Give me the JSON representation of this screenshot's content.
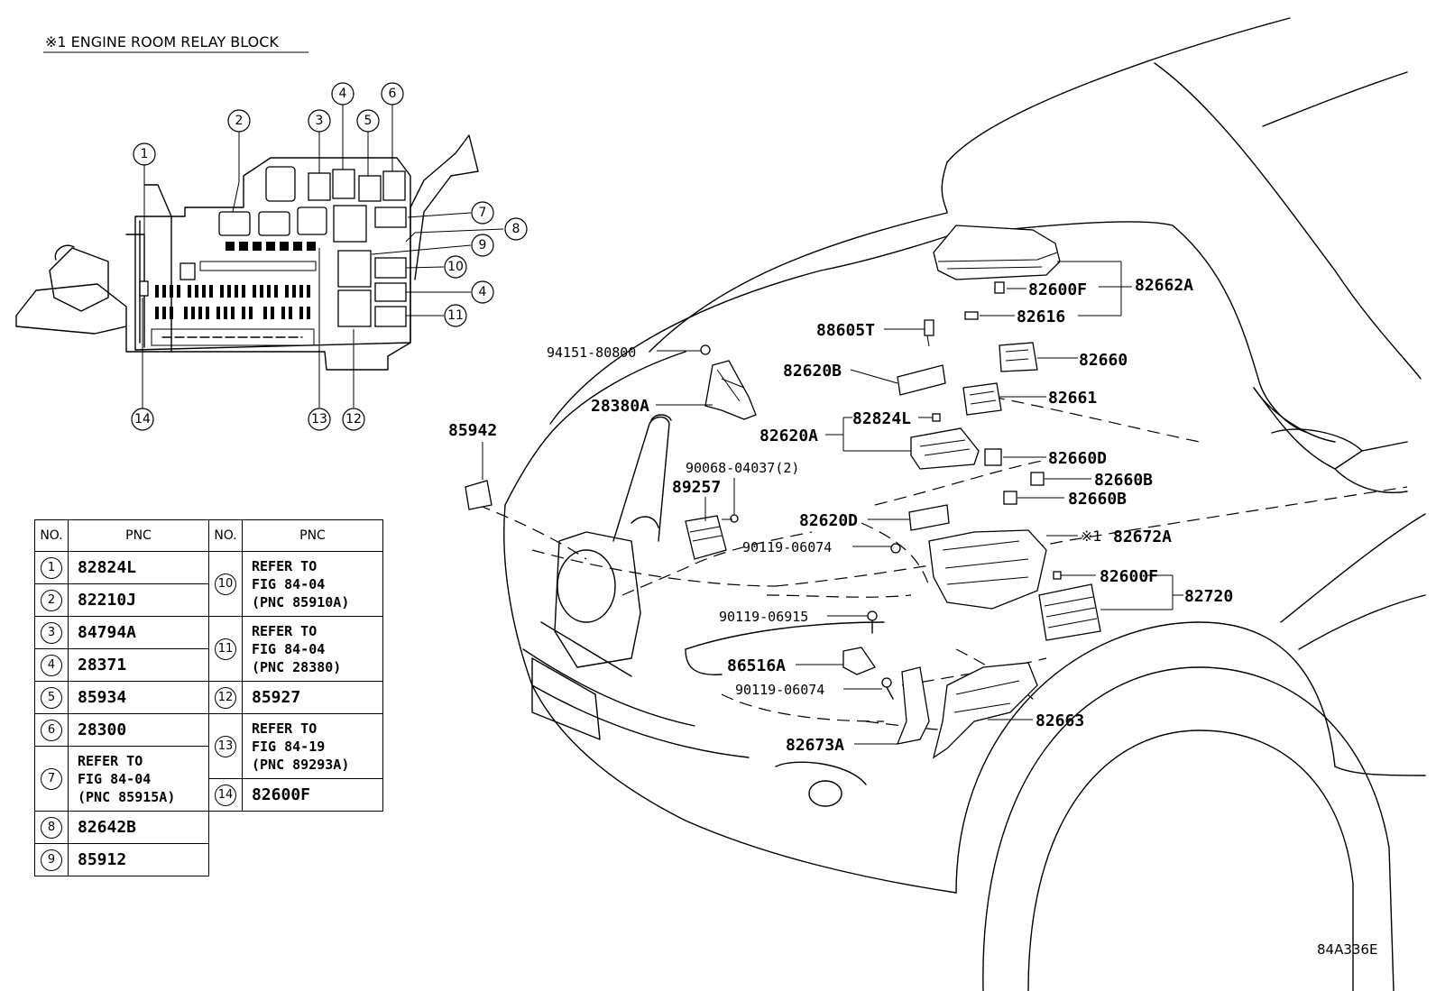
{
  "title": "※1 ENGINE ROOM RELAY BLOCK",
  "figure_code": "84A336E",
  "relay_block_callouts": [
    "1",
    "2",
    "3",
    "4",
    "5",
    "6",
    "7",
    "8",
    "9",
    "10",
    "4",
    "11",
    "13",
    "12",
    "14"
  ],
  "part_labels": {
    "p1": "82662A",
    "p2": "82600F",
    "p3": "82616",
    "p4": "88605T",
    "p5": "94151-80800",
    "p6": "82660",
    "p7": "82620B",
    "p8": "82661",
    "p9": "28380A",
    "p10": "82824L",
    "p11": "82620A",
    "p12": "85942",
    "p13": "82660D",
    "p14": "90068-04037(2)",
    "p15": "82660B",
    "p16": "89257",
    "p17": "82660B",
    "p18": "82620D",
    "p19": "※1",
    "p20": "82672A",
    "p21": "90119-06074",
    "p22": "82600F",
    "p23": "82720",
    "p24": "90119-06915",
    "p25": "86516A",
    "p26": "90119-06074",
    "p27": "82663",
    "p28": "82673A"
  },
  "table": {
    "headers": {
      "no": "NO.",
      "pnc": "PNC"
    },
    "left": [
      {
        "no": "1",
        "pnc": "82824L"
      },
      {
        "no": "2",
        "pnc": "82210J"
      },
      {
        "no": "3",
        "pnc": "84794A"
      },
      {
        "no": "4",
        "pnc": "28371"
      },
      {
        "no": "5",
        "pnc": "85934"
      },
      {
        "no": "6",
        "pnc": "28300"
      },
      {
        "no": "7",
        "ref1": "REFER TO",
        "ref2": "FIG 84-04",
        "ref3": "(PNC 85915A)"
      },
      {
        "no": "8",
        "pnc": "82642B"
      },
      {
        "no": "9",
        "pnc": "85912"
      }
    ],
    "right": [
      {
        "no": "10",
        "ref1": "REFER TO",
        "ref2": "FIG 84-04",
        "ref3": "(PNC 85910A)"
      },
      {
        "no": "11",
        "ref1": "REFER TO",
        "ref2": "FIG 84-04",
        "ref3": "(PNC 28380)"
      },
      {
        "no": "12",
        "pnc": "85927"
      },
      {
        "no": "13",
        "ref1": "REFER TO",
        "ref2": "FIG 84-19",
        "ref3": "(PNC 89293A)"
      },
      {
        "no": "14",
        "pnc": "82600F"
      }
    ]
  }
}
